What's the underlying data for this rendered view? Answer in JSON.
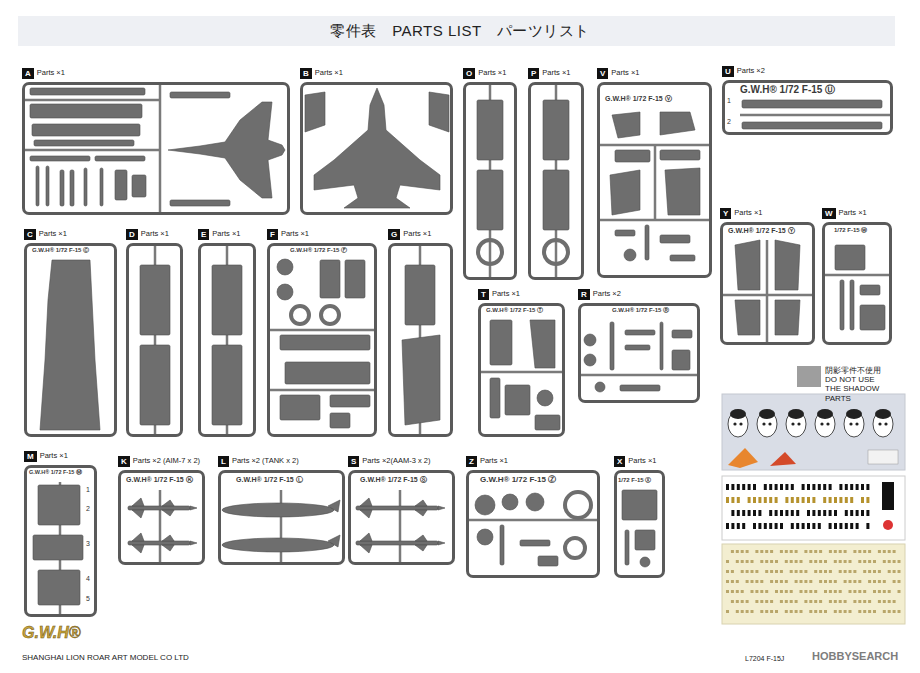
{
  "diagram": {
    "title": "零件表　PARTS LIST　パーツリスト",
    "nodes": [
      {
        "text": [
          "A",
          "Parts ×1"
        ]
      },
      {
        "text": [
          "B",
          "Parts ×1"
        ]
      },
      {
        "text": [
          "O",
          "Parts ×1"
        ]
      },
      {
        "text": [
          "P",
          "Parts ×1"
        ]
      },
      {
        "text": [
          "V",
          "Parts ×1"
        ]
      },
      {
        "text": [
          "U",
          "Parts ×2"
        ]
      },
      {
        "text": [
          "C",
          "Parts ×1"
        ]
      },
      {
        "text": [
          "D",
          "Parts ×1"
        ]
      },
      {
        "text": [
          "E",
          "Parts ×1"
        ]
      },
      {
        "text": [
          "F",
          "Parts ×1"
        ]
      },
      {
        "text": [
          "G",
          "Parts ×1"
        ]
      },
      {
        "text": [
          "T",
          "Parts ×1"
        ]
      },
      {
        "text": [
          "R",
          "Parts ×2"
        ]
      },
      {
        "text": [
          "Y",
          "Parts ×1"
        ]
      },
      {
        "text": [
          "W",
          "Parts ×1"
        ]
      },
      {
        "text": [
          "M",
          "Parts ×1"
        ]
      },
      {
        "text": [
          "K",
          "Parts ×2 (AIM-7 x 2)"
        ]
      },
      {
        "text": [
          "L",
          "Parts ×2 (TANK x 2)"
        ]
      },
      {
        "text": [
          "S",
          "Parts ×2(AAM-3 x 2)"
        ]
      },
      {
        "text": [
          "Z",
          "Parts ×1"
        ]
      },
      {
        "text": [
          "X",
          "Parts ×1"
        ]
      }
    ],
    "labels": [
      "G.W.H® 1/72 F-15 Ⓥ",
      "G.W.H® 1/72 F-15 Ⓤ",
      "G.W.H® 1/72 F-15 Ⓨ",
      "1/72 F-15 Ⓦ",
      "G.W.H® 1/72 F-15 Ⓣ",
      "G.W.H® 1/72 F-15 Ⓡ",
      "G.W.H® 1/72 F-15 Ⓚ",
      "G.W.H® 1/72 F-15 Ⓛ",
      "G.W.H® 1/72 F-15 Ⓢ",
      "G.W.H® 1/72 F-15 Ⓩ",
      "1/72 F-15 Ⓧ",
      "G.W.H® 1/72 F-15 Ⓒ",
      "G.W.H® 1/72 F-15 Ⓕ",
      "G.W.H® 1/72 F-15 Ⓜ",
      "SHANGHAI LION ROAR ART MODEL CO LTD",
      "G.W.H®",
      "L7204 F-15J",
      "HOBBYSEARCH",
      "1",
      "2",
      "1",
      "2",
      "3",
      "4",
      "5"
    ],
    "legend": [
      {
        "text": "阴影零件不使用 DO NOT USE THE SHADOW PARTS",
        "color": "#9e9e9e"
      }
    ]
  }
}
